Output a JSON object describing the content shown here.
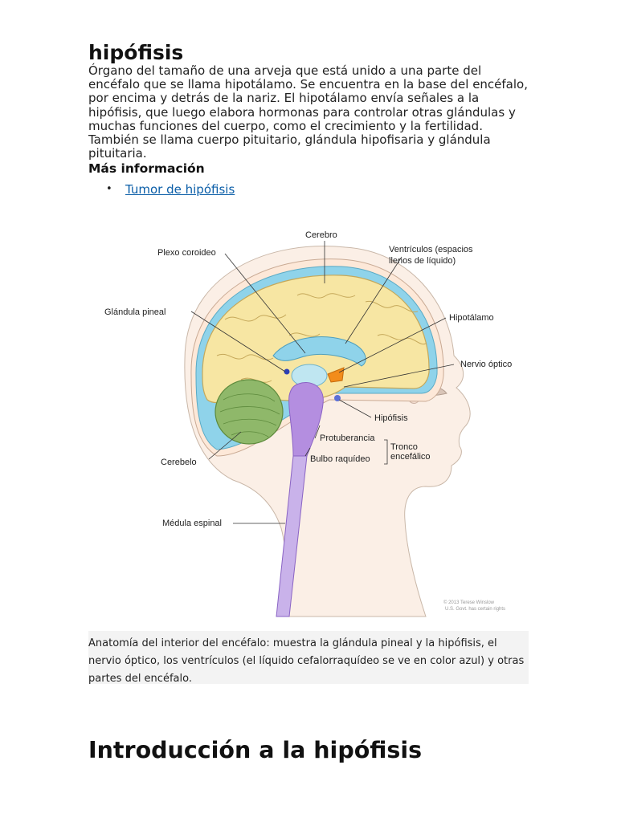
{
  "term": "hipófisis",
  "definition": "Órgano del tamaño de una arveja que está unido a una parte del encéfalo que se llama hipotálamo. Se encuentra en la base del encéfalo, por encima y detrás de la nariz. El hipotálamo envía señales a la hipófisis, que luego elabora hormonas para controlar otras glándulas y muchas funciones del cuerpo, como el crecimiento y la fertilidad. También se llama cuerpo pituitario, glándula hipofisaria y glándula pituitaria.",
  "more_info": {
    "heading": "Más información",
    "links": [
      {
        "label": "Tumor de hipófisis"
      }
    ]
  },
  "figure": {
    "labels": {
      "cerebro": "Cerebro",
      "plexo": "Plexo coroideo",
      "ventriculos_1": "Ventrículos (espacios",
      "ventriculos_2": "llenos de líquido)",
      "pineal": "Glándula pineal",
      "hipotalamo": "Hipotálamo",
      "nervio": "Nervio óptico",
      "hipofisis": "Hipófisis",
      "protuberancia": "Protuberancia",
      "tronco_1": "Tronco",
      "tronco_2": "encefálico",
      "bulbo": "Bulbo raquídeo",
      "cerebelo": "Cerebelo",
      "medula": "Médula espinal"
    },
    "copyright_1": "© 2013 Terese Winslow",
    "copyright_2": "U.S. Govt. has certain rights"
  },
  "caption": "Anatomía del interior del encéfalo: muestra la glándula pineal y la hipófisis, el nervio óptico, los ventrículos (el líquido cefalorraquídeo se ve en color azul) y otras partes del encéfalo.",
  "section_title": "Introducción a la hipófisis",
  "colors": {
    "link": "#0b5ea8",
    "brain": "#f7e6a3",
    "ventricle": "#8fd3ea",
    "cerebellum": "#8fb86a",
    "brainstem": "#b48ee0",
    "caption_bg": "#f3f3f3"
  }
}
